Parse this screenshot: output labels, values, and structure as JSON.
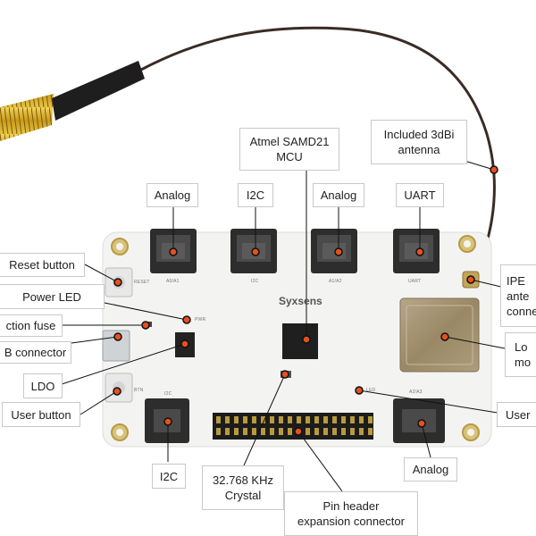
{
  "labels": {
    "antenna": "Included 3dBi antenna",
    "mcu_line1": "Atmel SAMD21",
    "mcu_line2": "MCU",
    "analog1": "Analog",
    "i2c_top": "I2C",
    "analog2": "Analog",
    "uart": "UART",
    "reset": "Reset button",
    "power_led": "Power LED",
    "fuse": "ction fuse",
    "usb": "B connector",
    "ldo": "LDO",
    "user_button": "User button",
    "ipex_l1": "IPE",
    "ipex_l2": "ante",
    "ipex_l3": "conne",
    "lora_l1": "Lo",
    "lora_l2": "mo",
    "user_led": "User",
    "i2c_bottom": "I2C",
    "crystal_l1": "32.768 KHz",
    "crystal_l2": "Crystal",
    "analog_bottom": "Analog",
    "pinheader_l1": "Pin header",
    "pinheader_l2": "expansion connector"
  },
  "board": {
    "brand": "Syxsens",
    "silk_a0a1": "A0/A1",
    "silk_i2c": "I2C",
    "silk_a1a2": "A1/A2",
    "silk_uart": "UART",
    "silk_reset": "RESET",
    "silk_pwr": "PWR",
    "silk_btn": "BTN",
    "silk_i2c_bottom": "I2C",
    "silk_led": "LED",
    "silk_a2a3": "A2/A3"
  },
  "colors": {
    "marker": "#e8501e",
    "board": "#f4f4f4",
    "connector": "#3a3a3a",
    "module": "#a08f6c"
  }
}
